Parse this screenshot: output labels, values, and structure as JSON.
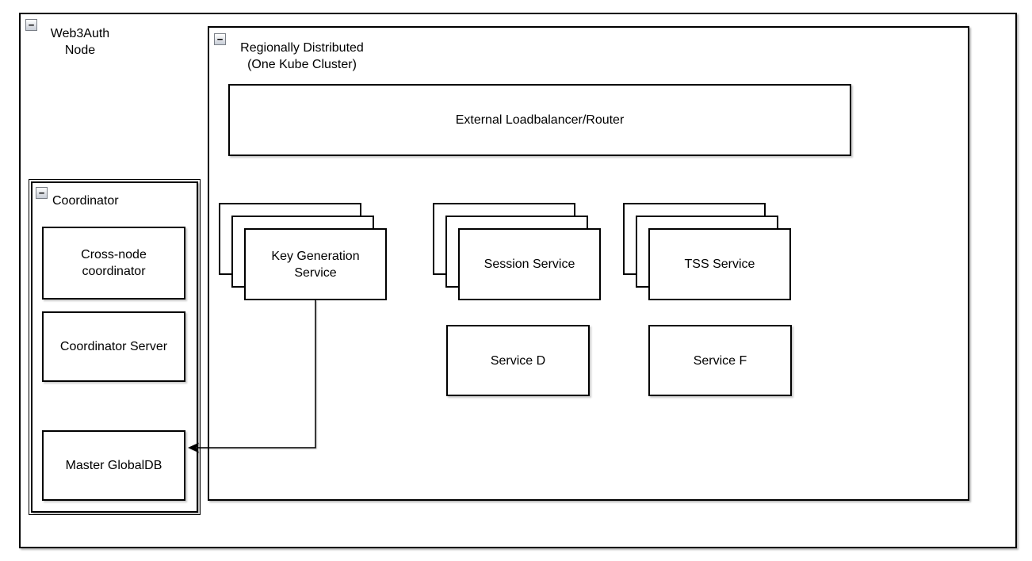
{
  "diagram": {
    "type": "architecture-diagram",
    "edge": {
      "from": "Key Generation Service",
      "to": "Master GlobalDB"
    }
  },
  "colors": {
    "stroke": "#000000",
    "fill": "#ffffff",
    "collapse_button_gradient_bottom": "#c8cdd6"
  },
  "icons": {
    "collapse_glyph": "−"
  },
  "web3auth": {
    "line1": "Web3Auth",
    "line2": "Node"
  },
  "region": {
    "line1": "Regionally Distributed",
    "line2": "(One Kube Cluster)"
  },
  "loadbalancer": {
    "label": "External Loadbalancer/Router"
  },
  "keygen": {
    "line1": "Key Generation",
    "line2": "Service"
  },
  "session": {
    "label": "Session Service"
  },
  "tss": {
    "label": "TSS Service"
  },
  "service_d": {
    "label": "Service D"
  },
  "service_f": {
    "label": "Service F"
  },
  "coordinator": {
    "label": "Coordinator",
    "cross_node_line1": "Cross-node",
    "cross_node_line2": "coordinator",
    "server": "Coordinator Server",
    "globaldb": "Master GlobalDB"
  }
}
